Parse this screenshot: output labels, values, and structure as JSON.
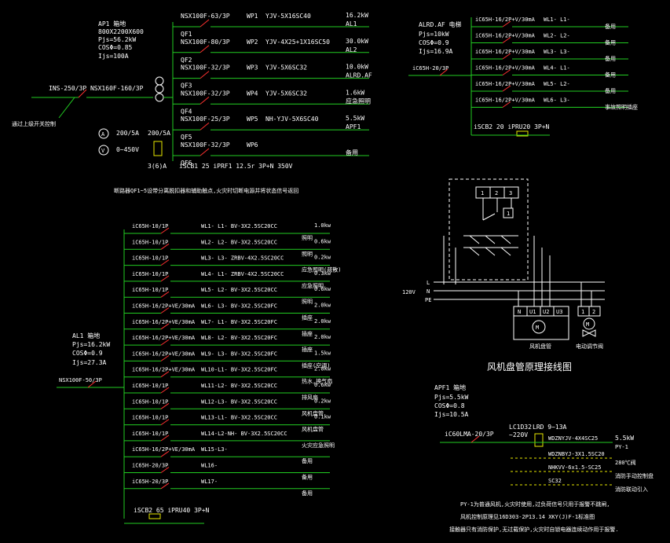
{
  "ap1": {
    "name": "AP1 箱地",
    "size": "800X2200X600",
    "pjs": "Pjs=56.2kW",
    "cos": "COSΦ=0.85",
    "ijs": "Ijs=100A",
    "incoming": "INS-250/3P  NSX160F-160/3P",
    "incoming_note": "通过上级开关控制",
    "ammeter": "200/5A",
    "voltmeter": "0~450V",
    "ct_a": "200/5A",
    "ct_b": "3(6)A",
    "spd": "iSCB1 25 iPRF1 12.5r 3P+N 350V",
    "note": "断路器QF1~5设带分离脱扣器和辅助触点,火灾时切断电源并将状态信号返回",
    "feeders": [
      {
        "breaker": "NSX100F-63/3P",
        "qf": "QF1",
        "wp": "WP1",
        "cable": "YJV-5X16SC40",
        "kw": "16.2kW",
        "to": "AL1"
      },
      {
        "breaker": "NSX100F-80/3P",
        "qf": "QF2",
        "wp": "WP2",
        "cable": "YJV-4X25+1X16SC50",
        "kw": "30.0kW",
        "to": "AL2"
      },
      {
        "breaker": "NSX100F-32/3P",
        "qf": "QF3",
        "wp": "WP3",
        "cable": "YJV-5X6SC32",
        "kw": "10.0kW",
        "to": "ALRD.AF"
      },
      {
        "breaker": "NSX100F-32/3P",
        "qf": "QF4",
        "wp": "WP4",
        "cable": "YJV-5X6SC32",
        "kw": "1.6kW",
        "to": "应急照明"
      },
      {
        "breaker": "NSX100F-25/3P",
        "qf": "QF5",
        "wp": "WP5",
        "cable": "NH-YJV-5X6SC40",
        "kw": "5.5kW",
        "to": "APF1"
      },
      {
        "breaker": "NSX100F-32/3P",
        "qf": "QF6",
        "wp": "WP6",
        "cable": "",
        "kw": "",
        "to": "备用"
      }
    ]
  },
  "alrd": {
    "name": "ALRD.AF 电梯",
    "pjs": "Pjs=10kW",
    "cos": "COSΦ=0.9",
    "ijs": "Ijs=16.9A",
    "incoming": "iC65H-20/3P",
    "spd": "iSCB2 20 iPRU20 3P+N",
    "circuits": [
      {
        "breaker": "iC65H-16/2P+V/30mA",
        "wl": "WL1- L1-",
        "to": "备用"
      },
      {
        "breaker": "iC65H-16/2P+V/30mA",
        "wl": "WL2- L2-",
        "to": "备用"
      },
      {
        "breaker": "iC65H-16/2P+V/30mA",
        "wl": "WL3- L3-",
        "to": "备用"
      },
      {
        "breaker": "iC65H-16/2P+V/30mA",
        "wl": "WL4- L1-",
        "to": "备用"
      },
      {
        "breaker": "iC65H-16/2P+V/30mA",
        "wl": "WL5- L2-",
        "to": "备用"
      },
      {
        "breaker": "iC65H-16/2P+V/30mA",
        "wl": "WL6- L3-",
        "to": "事故照明插座"
      }
    ]
  },
  "al1": {
    "name": "AL1 箱地",
    "pjs": "Pjs=16.2kW",
    "cos": "COSΦ=0.9",
    "ijs": "Ijs=27.3A",
    "incoming": "NSX100F-50/3P",
    "spd": "iSCB2 65 iPRU40 3P+N",
    "circuits": [
      {
        "breaker": "iC65H-10/1P",
        "wl": "WL1- L1- BV-3X2.5SC20CC",
        "kw": "1.0kw",
        "to": "照明"
      },
      {
        "breaker": "iC65H-10/1P",
        "wl": "WL2- L2- BV-3X2.5SC20CC",
        "kw": "0.6kw",
        "to": "照明"
      },
      {
        "breaker": "iC65H-10/1P",
        "wl": "WL3- L3- ZRBV-4X2.5SC20CC",
        "kw": "0.2kw",
        "to": "应急照明(疏散)"
      },
      {
        "breaker": "iC65H-10/1P",
        "wl": "WL4- L1- ZRBV-4X2.5SC20CC",
        "kw": "0.3kw",
        "to": "应急照明"
      },
      {
        "breaker": "iC65H-10/1P",
        "wl": "WL5- L2- BV-3X2.5SC20CC",
        "kw": "0.6kw",
        "to": "照明"
      },
      {
        "breaker": "iC65H-16/2P+VE/30mA",
        "wl": "WL6- L3- BV-3X2.5SC20FC",
        "kw": "2.0kw",
        "to": "插座"
      },
      {
        "breaker": "iC65H-16/2P+VE/30mA",
        "wl": "WL7- L1- BV-3X2.5SC20FC",
        "kw": "2.0kw",
        "to": "插座"
      },
      {
        "breaker": "iC65H-16/2P+VE/30mA",
        "wl": "WL8- L2- BV-3X2.5SC20FC",
        "kw": "2.0kw",
        "to": "插座"
      },
      {
        "breaker": "iC65H-16/2P+VE/30mA",
        "wl": "WL9- L3- BV-3X2.5SC20FC",
        "kw": "1.5kw",
        "to": "插座(空调)"
      },
      {
        "breaker": "iC65H-16/2P+VE/30mA",
        "wl": "WL10-L1- BV-3X2.5SC20FC",
        "kw": "2.0kw",
        "to": "热水,换气扇"
      },
      {
        "breaker": "iC65H-10/1P",
        "wl": "WL11-L2- BV-3X2.5SC20CC",
        "kw": "0.6kw",
        "to": "排风扇"
      },
      {
        "breaker": "iC65H-10/1P",
        "wl": "WL12-L3- BV-3X2.5SC20CC",
        "kw": "0.2kw",
        "to": "风机盘管"
      },
      {
        "breaker": "iC65H-10/1P",
        "wl": "WL13-L1- BV-3X2.5SC20CC",
        "kw": "0.1kw",
        "to": "风机盘管"
      },
      {
        "breaker": "iC65H-10/1P",
        "wl": "WL14-L2-NH- BV-3X2.5SC20CC",
        "kw": "",
        "to": "火灾应急照明"
      },
      {
        "breaker": "iC65H-16/2P+VE/30mA",
        "wl": "WL15-L3-",
        "kw": "",
        "to": "备用"
      },
      {
        "breaker": "iC65H-20/3P",
        "wl": "WL16-",
        "kw": "",
        "to": "备用"
      },
      {
        "breaker": "iC65H-20/3P",
        "wl": "WL17-",
        "kw": "",
        "to": "备用"
      }
    ]
  },
  "fcu": {
    "title": "风机盘管原理接线图",
    "voltage": "120V",
    "lines": [
      "L",
      "N",
      "PE"
    ],
    "terminal_top": [
      "1",
      "2",
      "3"
    ],
    "terminal_main": [
      "N",
      "U1",
      "U2",
      "U3"
    ],
    "terminal_valve": [
      "1",
      "2"
    ],
    "fan_label": "风机盘管",
    "valve_label": "电动调节阀",
    "relay": "1"
  },
  "apf1": {
    "name": "APF1 箱地",
    "pjs": "Pjs=5.5kW",
    "cos": "COSΦ=0.8",
    "ijs": "Ijs=10.5A",
    "incoming": "iC60LMA-20/3P",
    "lc": "LC1D32",
    "lc_v": "~220V",
    "lrd": "LRD 9~13A",
    "circuits": [
      {
        "cable": "WDZNYJV-4X4SC25",
        "label": "5.5kW",
        "to": "PY-1"
      },
      {
        "cable": "WDZNBYJ-3X1.5SC20",
        "label": "",
        "to": "280℃阀"
      },
      {
        "cable": "NHKVV-6x1.5-SC25",
        "label": "",
        "to": "消防手动控制盘"
      },
      {
        "cable": "SC32",
        "label": "",
        "to": "消防联动引入"
      }
    ],
    "notes": [
      "PY-1为普通风机,火灾时使用,过负荷信号只用于报警不跳闸,",
      "风机控制原理见16D303-2P13.14 XKY(J)F-1标准图",
      "接触器只有消防保护,无过载保护,火灾时自锁电器连续动作用于报警."
    ]
  }
}
